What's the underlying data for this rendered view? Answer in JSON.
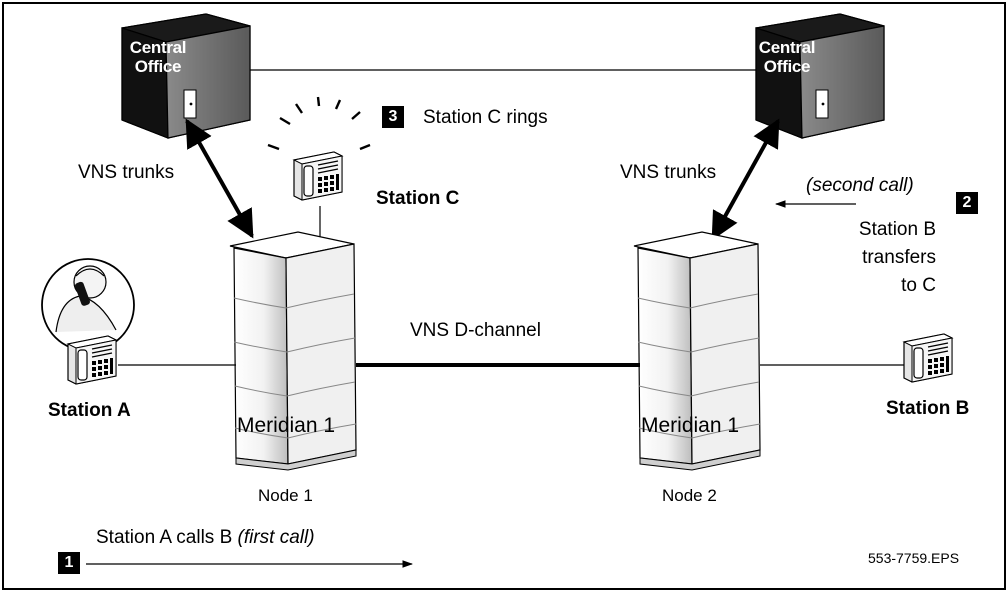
{
  "central_office_left": {
    "line1": "Central",
    "line2": "Office"
  },
  "central_office_right": {
    "line1": "Central",
    "line2": "Office"
  },
  "vns_trunks_left": "VNS trunks",
  "vns_trunks_right": "VNS trunks",
  "station_c": {
    "label": "Station C",
    "rings_text": "Station C rings",
    "step": "3"
  },
  "station_a": {
    "label": "Station A"
  },
  "station_b": {
    "label": "Station B"
  },
  "second_call": {
    "text": "(second call)",
    "step": "2",
    "line1": "Station B",
    "line2": "transfers",
    "line3": "to C"
  },
  "first_call": {
    "step": "1",
    "text": "Station A calls B ",
    "italic": "(first call)"
  },
  "d_channel": "VNS D-channel",
  "node1": {
    "system": "Meridian 1",
    "label": "Node 1"
  },
  "node2": {
    "system": "Meridian 1",
    "label": "Node 2"
  },
  "figure_id": "553-7759.EPS"
}
